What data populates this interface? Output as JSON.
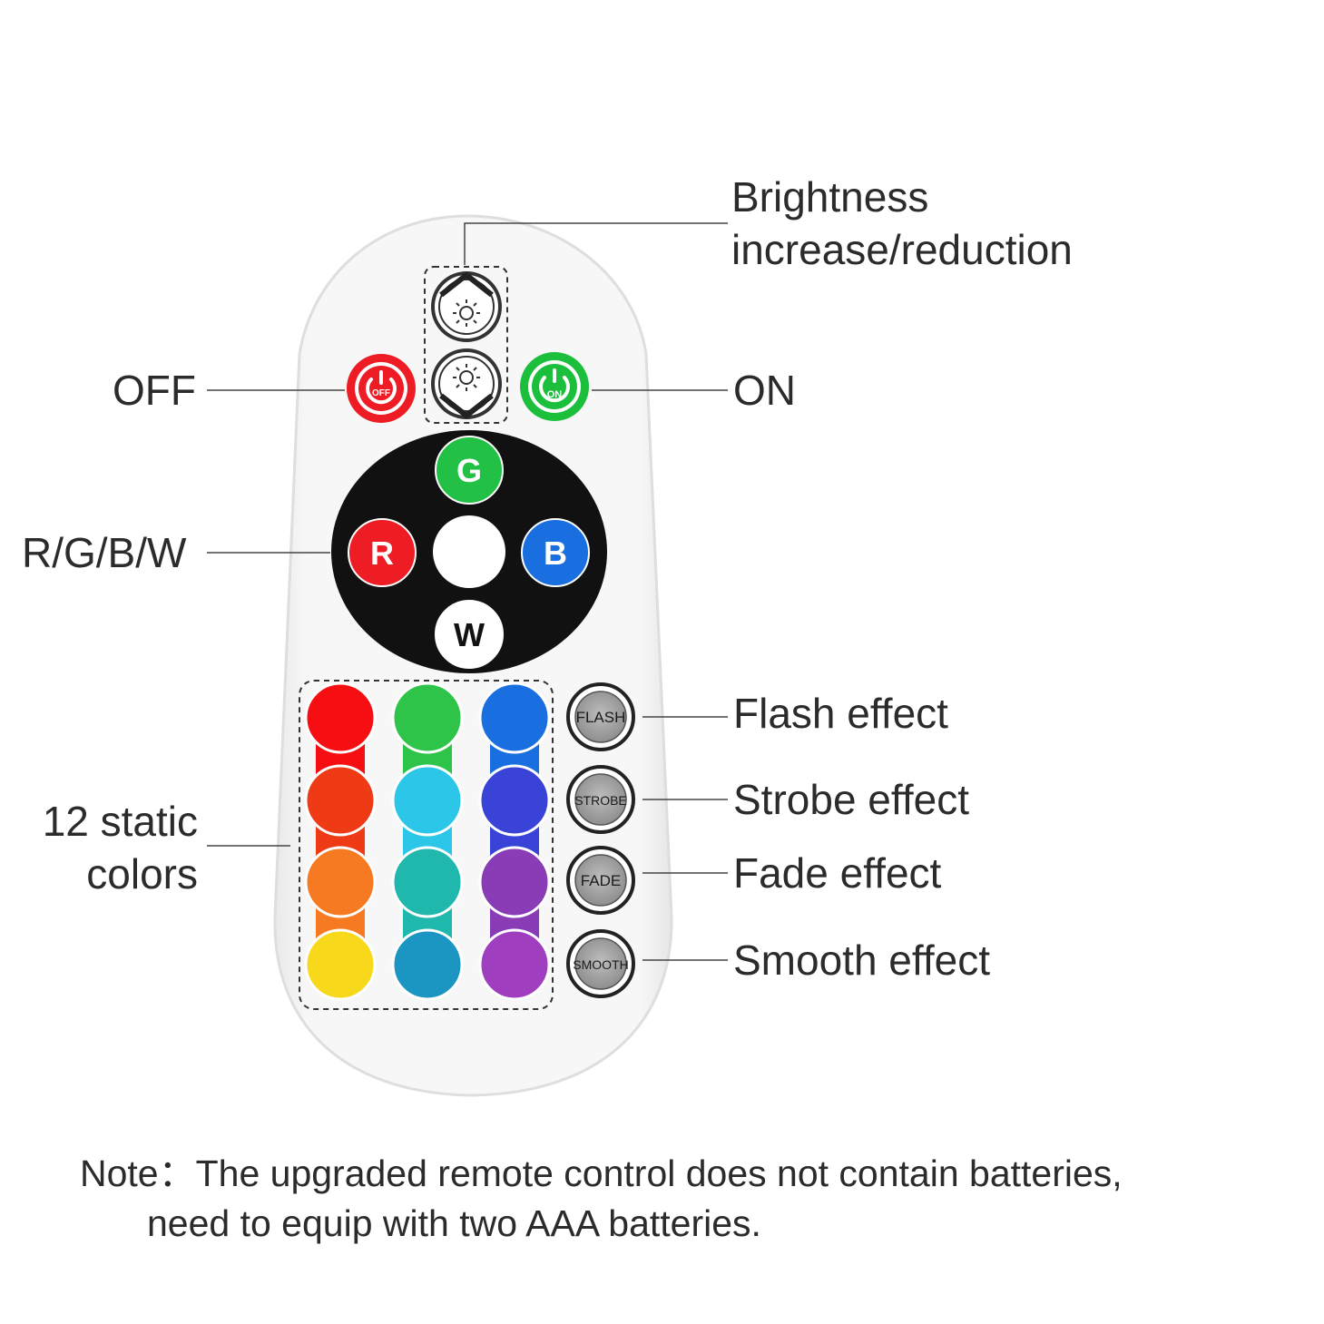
{
  "callouts": {
    "brightness": [
      "Brightness",
      "increase/reduction"
    ],
    "off": "OFF",
    "on": "ON",
    "rgbw": "R/G/B/W",
    "static": [
      "12 static",
      "colors"
    ],
    "flash": "Flash effect",
    "strobe": "Strobe effect",
    "fade": "Fade effect",
    "smooth": "Smooth effect"
  },
  "remote": {
    "power_off_label": "OFF",
    "power_on_label": "ON",
    "color_keys": [
      {
        "label": "G",
        "color": "#22c145"
      },
      {
        "label": "R",
        "color": "#ee1c24"
      },
      {
        "label": "B",
        "color": "#1a6fe0"
      },
      {
        "label": "W",
        "color": "#ffffff"
      }
    ],
    "static_colors": [
      [
        "#f50f12",
        "#2ec449",
        "#1a6fe0"
      ],
      [
        "#ee3b16",
        "#2cc6e8",
        "#3a43d8"
      ],
      [
        "#f57a22",
        "#20b7ad",
        "#8a3bb6"
      ],
      [
        "#f8d81a",
        "#1b95c2",
        "#a03ec0"
      ]
    ],
    "effect_keys": [
      "FLASH",
      "STROBE",
      "FADE",
      "SMOOTH"
    ],
    "accent_off": "#ee1c24",
    "accent_on": "#1bbf3c"
  },
  "note": [
    "Note：The upgraded remote control does not contain batteries,",
    "need to equip with two AAA batteries."
  ]
}
